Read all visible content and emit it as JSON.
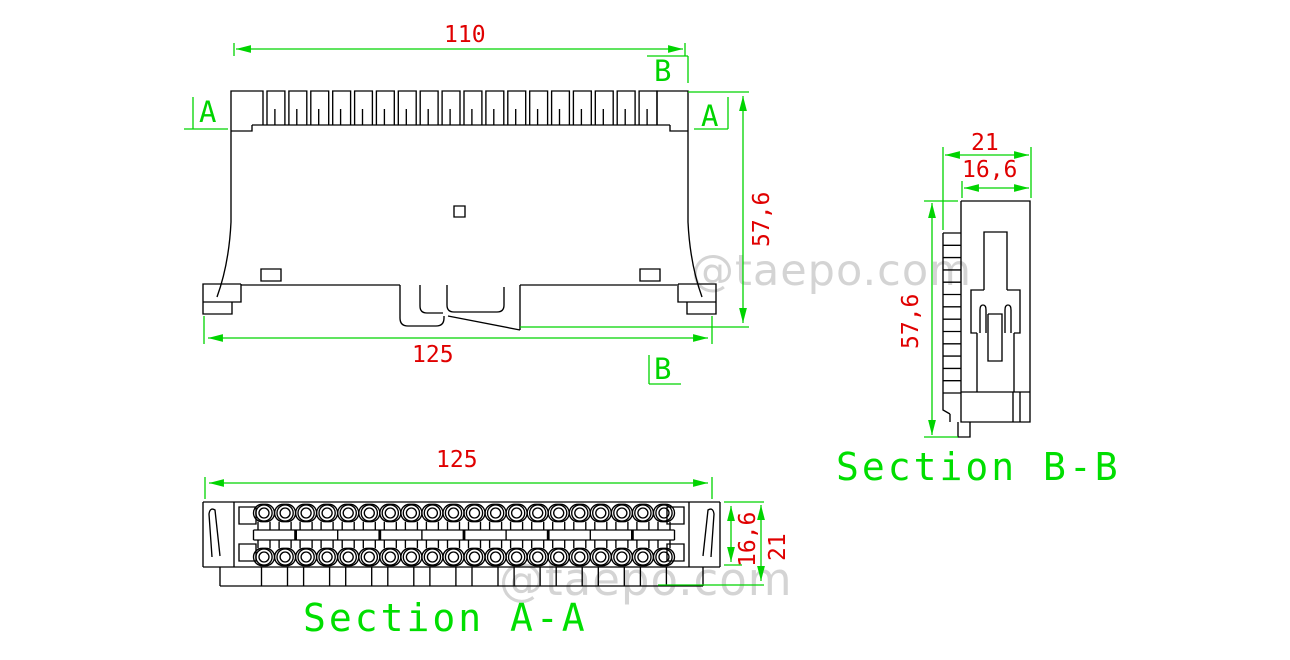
{
  "watermark": {
    "text": "@taepo.com"
  },
  "captions": {
    "section_aa": "Section A-A",
    "section_bb": "Section B-B"
  },
  "markers": {
    "a": "A",
    "b": "B"
  },
  "colors": {
    "line": "#000000",
    "dimension_green": "#00d400",
    "dimension_text_red": "#e00000",
    "caption_green": "#00de00",
    "watermark_gray": "#d9d9d9"
  },
  "front_view": {
    "dims": {
      "top_width": "110",
      "bottom_width": "125",
      "height": "57,6"
    },
    "teeth_count": 18
  },
  "section_bb": {
    "dims": {
      "outer_width": "21",
      "inner_width": "16,6",
      "height": "57,6"
    },
    "comb_cells": 13
  },
  "section_aa": {
    "dims": {
      "width": "125",
      "inner_height": "16,6",
      "outer_height": "21"
    },
    "contacts_per_row": 20,
    "rows": 2
  }
}
